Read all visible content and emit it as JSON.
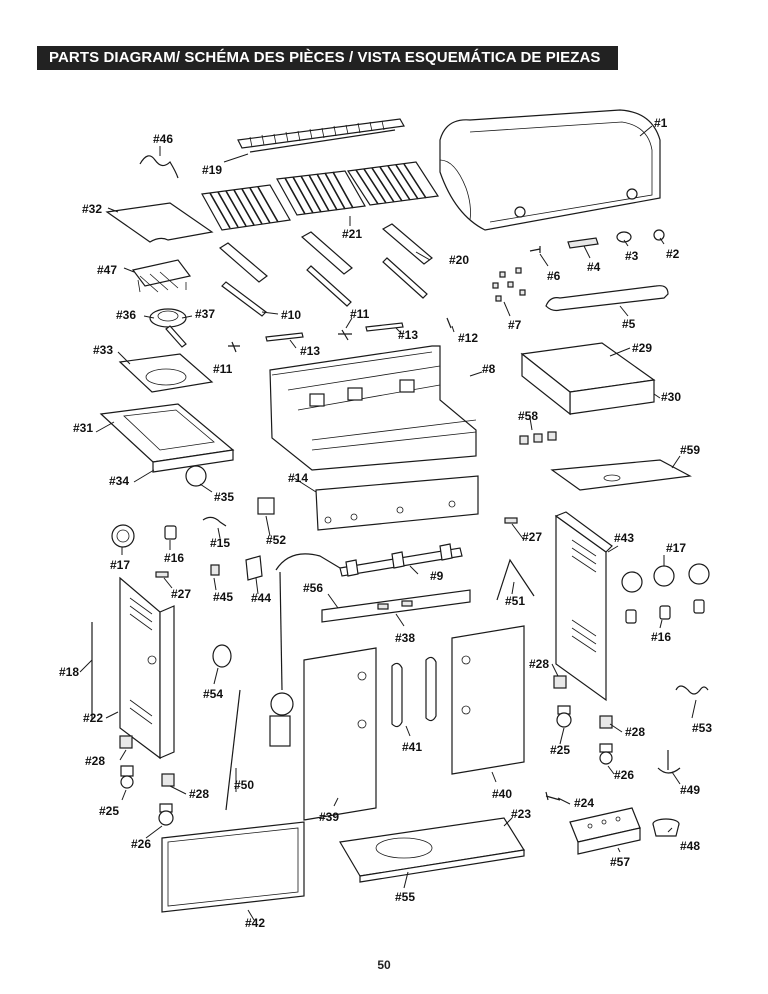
{
  "header": {
    "title": "PARTS DIAGRAM/ SCHÉMA DES PIÈCES / VISTA ESQUEMÁTICA DE PIEZAS"
  },
  "page_number": "50",
  "part_labels": {
    "p1": "#1",
    "p2": "#2",
    "p3": "#3",
    "p4": "#4",
    "p5": "#5",
    "p6": "#6",
    "p7": "#7",
    "p8": "#8",
    "p9": "#9",
    "p10": "#10",
    "p11a": "#11",
    "p11b": "#11",
    "p12": "#12",
    "p13a": "#13",
    "p13b": "#13",
    "p14": "#14",
    "p15": "#15",
    "p16a": "#16",
    "p16b": "#16",
    "p17a": "#17",
    "p17b": "#17",
    "p18": "#18",
    "p19": "#19",
    "p20": "#20",
    "p21": "#21",
    "p22": "#22",
    "p23": "#23",
    "p24": "#24",
    "p25a": "#25",
    "p25b": "#25",
    "p26a": "#26",
    "p26b": "#26",
    "p27a": "#27",
    "p27b": "#27",
    "p28a": "#28",
    "p28b": "#28",
    "p28c": "#28",
    "p28d": "#28",
    "p29": "#29",
    "p30": "#30",
    "p31": "#31",
    "p32": "#32",
    "p33": "#33",
    "p34": "#34",
    "p35": "#35",
    "p36": "#36",
    "p37": "#37",
    "p38": "#38",
    "p39": "#39",
    "p40": "#40",
    "p41": "#41",
    "p42": "#42",
    "p43": "#43",
    "p44": "#44",
    "p45": "#45",
    "p46": "#46",
    "p47": "#47",
    "p48": "#48",
    "p49": "#49",
    "p50": "#50",
    "p51": "#51",
    "p52": "#52",
    "p53": "#53",
    "p54": "#54",
    "p55": "#55",
    "p56": "#56",
    "p57": "#57",
    "p58": "#58",
    "p59": "#59"
  }
}
